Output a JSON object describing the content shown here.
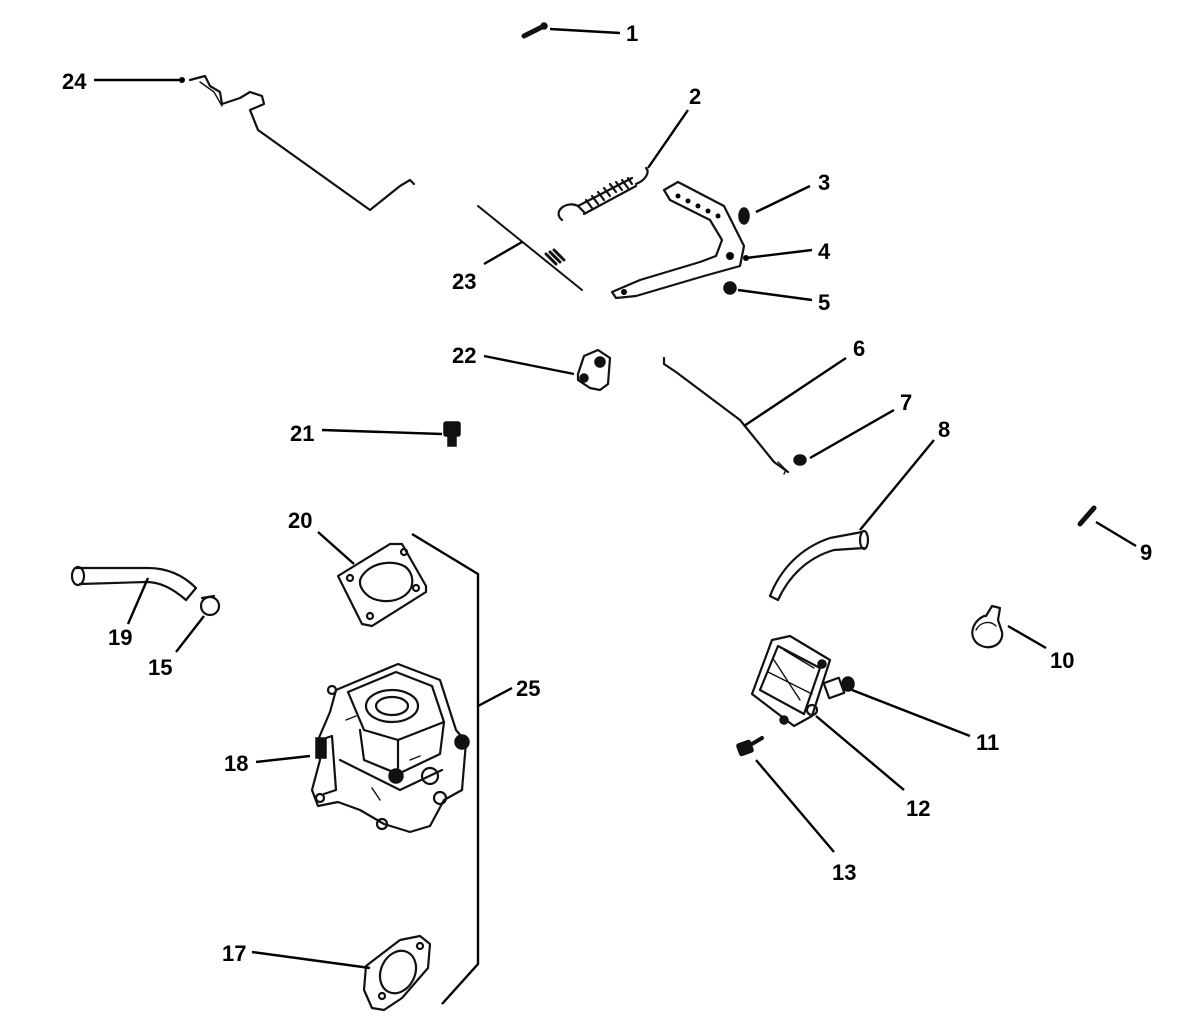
{
  "callouts": {
    "c1": "1",
    "c2": "2",
    "c3": "3",
    "c4": "4",
    "c5": "5",
    "c6": "6",
    "c7": "7",
    "c8": "8",
    "c9": "9",
    "c10": "10",
    "c11": "11",
    "c12": "12",
    "c13": "13",
    "c15": "15",
    "c17": "17",
    "c18": "18",
    "c19": "19",
    "c20": "20",
    "c21": "21",
    "c22": "22",
    "c23": "23",
    "c24": "24",
    "c25": "25"
  }
}
